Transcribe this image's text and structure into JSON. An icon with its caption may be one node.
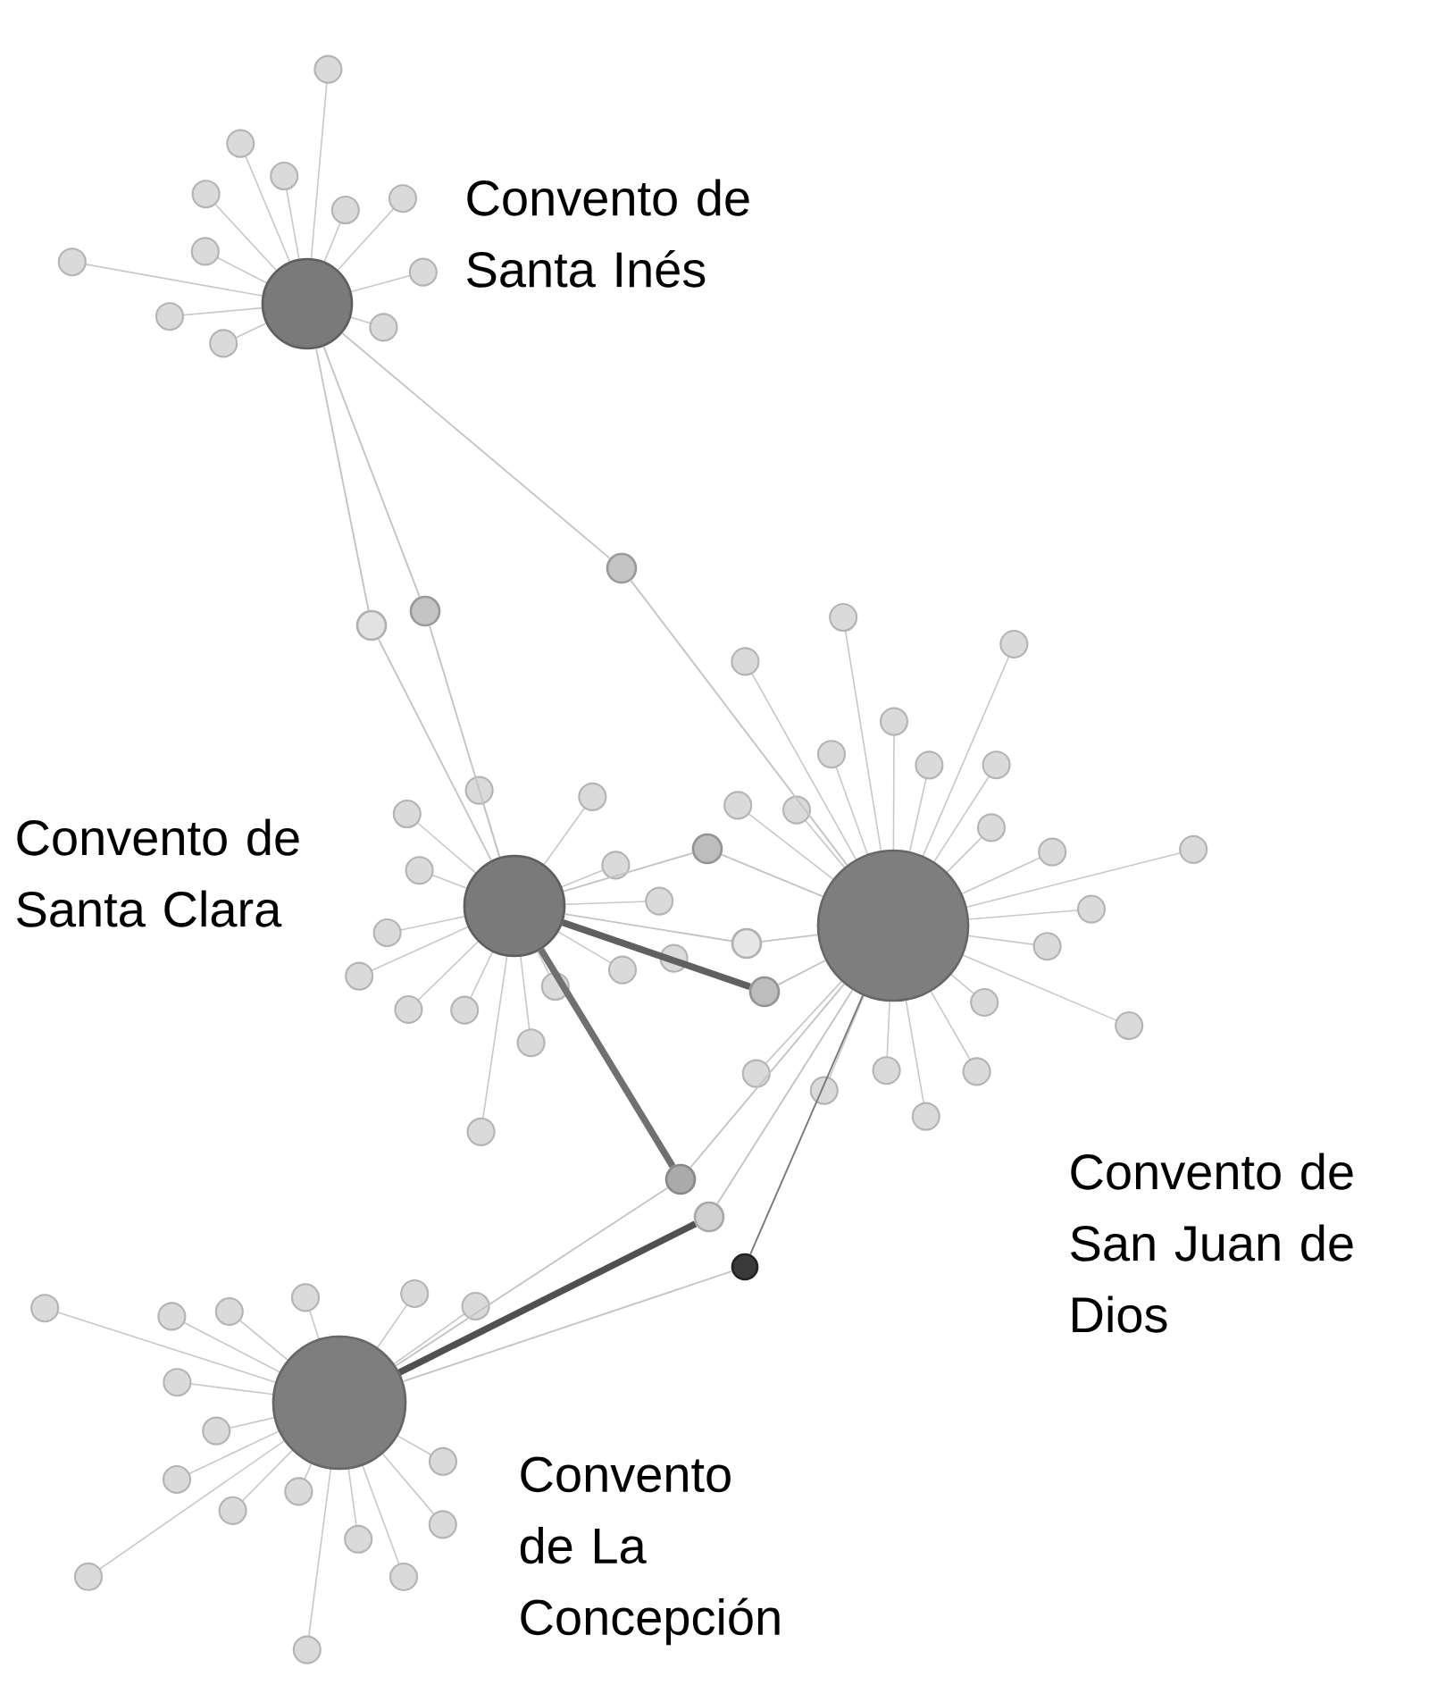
{
  "diagram": {
    "nodes": [
      {
        "text": [],
        "shape": "circle",
        "beside": [
          "Convento de Santa Inés"
        ]
      },
      {
        "text": [],
        "shape": "circle",
        "beside": [
          "Convento de Santa Clara"
        ]
      },
      {
        "text": [],
        "shape": "circle",
        "beside": [
          "Convento de San Juan de Dios"
        ]
      },
      {
        "text": [],
        "shape": "circle",
        "beside": [
          "Convento de La Concepción"
        ]
      },
      {
        "text": [],
        "shape": "circle"
      },
      {
        "text": [],
        "shape": "circle"
      },
      {
        "text": [],
        "shape": "circle"
      },
      {
        "text": [],
        "shape": "circle"
      },
      {
        "text": [],
        "shape": "circle"
      },
      {
        "text": [],
        "shape": "circle"
      },
      {
        "text": [],
        "shape": "circle"
      },
      {
        "text": [],
        "shape": "circle"
      },
      {
        "text": [],
        "shape": "circle"
      }
    ],
    "edges": [
      {
        "from": 0,
        "to": 4,
        "arrow": "none"
      },
      {
        "from": 4,
        "to": 1,
        "arrow": "none"
      },
      {
        "from": 0,
        "to": 5,
        "arrow": "none"
      },
      {
        "from": 5,
        "to": 1,
        "arrow": "none"
      },
      {
        "from": 0,
        "to": 6,
        "arrow": "none"
      },
      {
        "from": 6,
        "to": 2,
        "arrow": "none"
      },
      {
        "from": 1,
        "to": 7,
        "arrow": "none"
      },
      {
        "from": 7,
        "to": 2,
        "arrow": "none"
      },
      {
        "from": 1,
        "to": 8,
        "arrow": "none"
      },
      {
        "from": 8,
        "to": 2,
        "arrow": "none"
      },
      {
        "from": 1,
        "to": 9,
        "arrow": "none",
        "style": "thick",
        "color": "#606060"
      },
      {
        "from": 9,
        "to": 2,
        "arrow": "none"
      },
      {
        "from": 1,
        "to": 10,
        "arrow": "none",
        "style": "thick",
        "color": "#707070"
      },
      {
        "from": 10,
        "to": 2,
        "arrow": "none"
      },
      {
        "from": 10,
        "to": 3,
        "arrow": "none"
      },
      {
        "from": 11,
        "to": 2,
        "arrow": "none"
      },
      {
        "from": 11,
        "to": 3,
        "arrow": "none",
        "style": "thick",
        "color": "#505050"
      },
      {
        "from": 12,
        "to": 2,
        "arrow": "none",
        "color": "#777777"
      },
      {
        "from": 12,
        "to": 3,
        "arrow": "none"
      }
    ]
  }
}
